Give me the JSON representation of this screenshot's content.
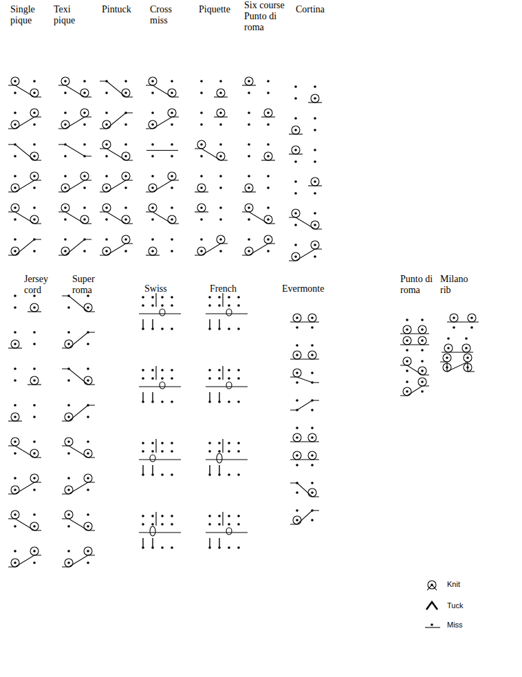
{
  "diagram": {
    "labels": [
      "Single pique",
      "Texi pique",
      "Pintuck",
      "Cross miss",
      "Piquette",
      "Six course Punto di roma",
      "Cortina",
      "Jersey cord",
      "Super roma",
      "Swiss",
      "French",
      "Evermonte",
      "Punto di roma",
      "Milano rib"
    ],
    "legend": [
      {
        "text": "Knit"
      },
      {
        "text": "Tuck"
      },
      {
        "text": "Miss"
      }
    ]
  }
}
